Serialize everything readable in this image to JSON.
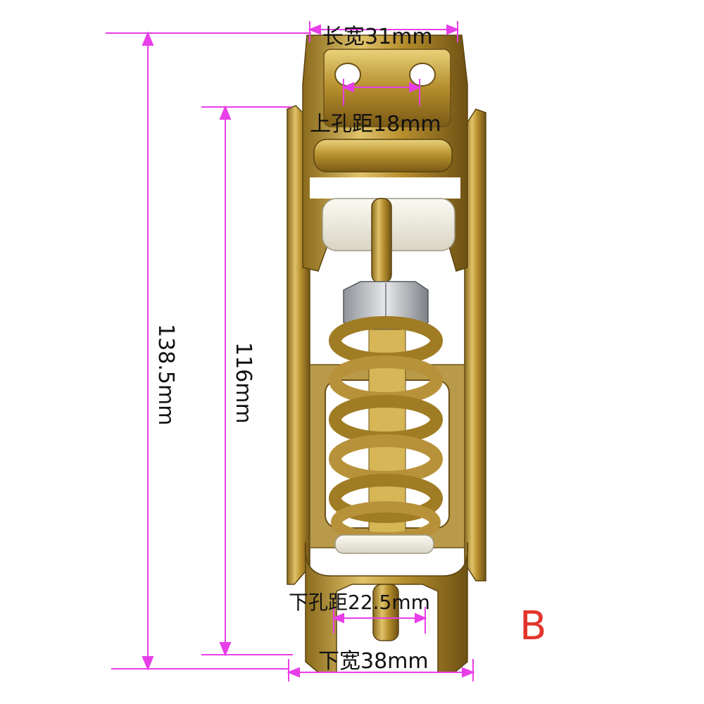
{
  "labels": {
    "top_width": "长宽31mm",
    "top_hole_spacing": "上孔距18mm",
    "total_length": "138.5mm",
    "inner_length": "116mm",
    "bottom_hole_spacing": "下孔距22.5mm",
    "bottom_width": "下宽38mm"
  },
  "variant_label": "B",
  "colors": {
    "dimension_line": "#e83ee8",
    "variant_label": "#e2342b",
    "metal": "#c8a640",
    "roller": "#f1efe4",
    "nut": "#b9bcc0"
  }
}
